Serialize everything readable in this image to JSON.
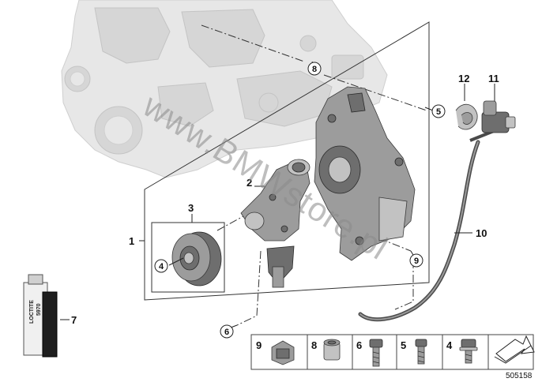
{
  "callouts": {
    "c1": "1",
    "c2": "2",
    "c3": "3",
    "c4": "4",
    "c5": "5",
    "c6": "6",
    "c7": "7",
    "c8": "8",
    "c9": "9",
    "c10": "10",
    "c11": "11",
    "c12": "12"
  },
  "legend": {
    "items": [
      {
        "number": "9",
        "icon": "clamp-icon"
      },
      {
        "number": "8",
        "icon": "dowel-sleeve-icon"
      },
      {
        "number": "6",
        "icon": "bolt-long-icon"
      },
      {
        "number": "5",
        "icon": "bolt-medium-icon"
      },
      {
        "number": "4",
        "icon": "bolt-short-icon"
      }
    ],
    "direction_icon": "direction-arrow-icon"
  },
  "tube_label": {
    "brand": "LOCTITE",
    "number": "5970"
  },
  "watermark": "www.BMWstore.pl",
  "diagram_number": "505158"
}
